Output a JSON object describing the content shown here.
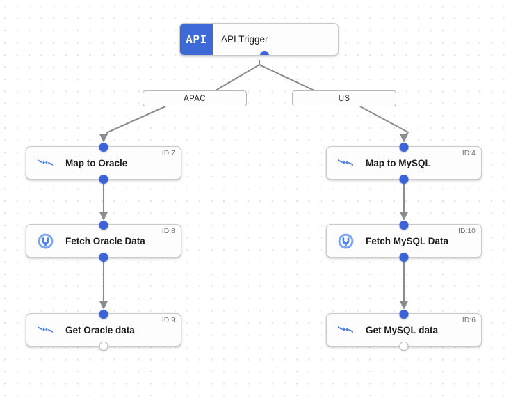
{
  "canvas": {
    "background_color": "#ffffff",
    "dot_color": "#e2e2e6",
    "accent_color": "#3a64d8",
    "edge_color": "#8b8c90",
    "node_border_color": "#c9cace"
  },
  "trigger": {
    "badge": "API",
    "label": "API Trigger",
    "badge_color": "#3d6ad6"
  },
  "branches": [
    {
      "label": "APAC",
      "name": "branch-label-apac"
    },
    {
      "label": "US",
      "name": "branch-label-us"
    }
  ],
  "nodes": [
    {
      "title": "Map to Oracle",
      "id_tag": "ID:7",
      "icon": "merge-arrows-icon",
      "in_port": "filled",
      "out_port": "filled"
    },
    {
      "title": "Fetch Oracle Data",
      "id_tag": "ID:8",
      "icon": "database-plug-icon",
      "in_port": "filled",
      "out_port": "filled"
    },
    {
      "title": "Get Oracle data",
      "id_tag": "ID:9",
      "icon": "merge-arrows-icon",
      "in_port": "filled",
      "out_port": "hollow"
    },
    {
      "title": "Map to MySQL",
      "id_tag": "ID:4",
      "icon": "merge-arrows-icon",
      "in_port": "filled",
      "out_port": "filled"
    },
    {
      "title": "Fetch MySQL Data",
      "id_tag": "ID:10",
      "icon": "database-plug-icon",
      "in_port": "filled",
      "out_port": "filled"
    },
    {
      "title": "Get MySQL data",
      "id_tag": "ID:6",
      "icon": "merge-arrows-icon",
      "in_port": "filled",
      "out_port": "hollow"
    }
  ]
}
